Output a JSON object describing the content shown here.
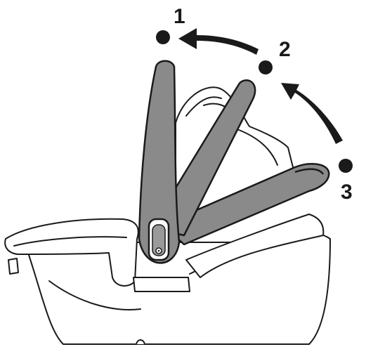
{
  "positions": [
    {
      "label": "1"
    },
    {
      "label": "2"
    },
    {
      "label": "3"
    }
  ],
  "colors": {
    "handle_fill": "#8a8a8a",
    "outline": "#1a1a1a",
    "arrow": "#1a1a1a",
    "background": "#ffffff"
  }
}
